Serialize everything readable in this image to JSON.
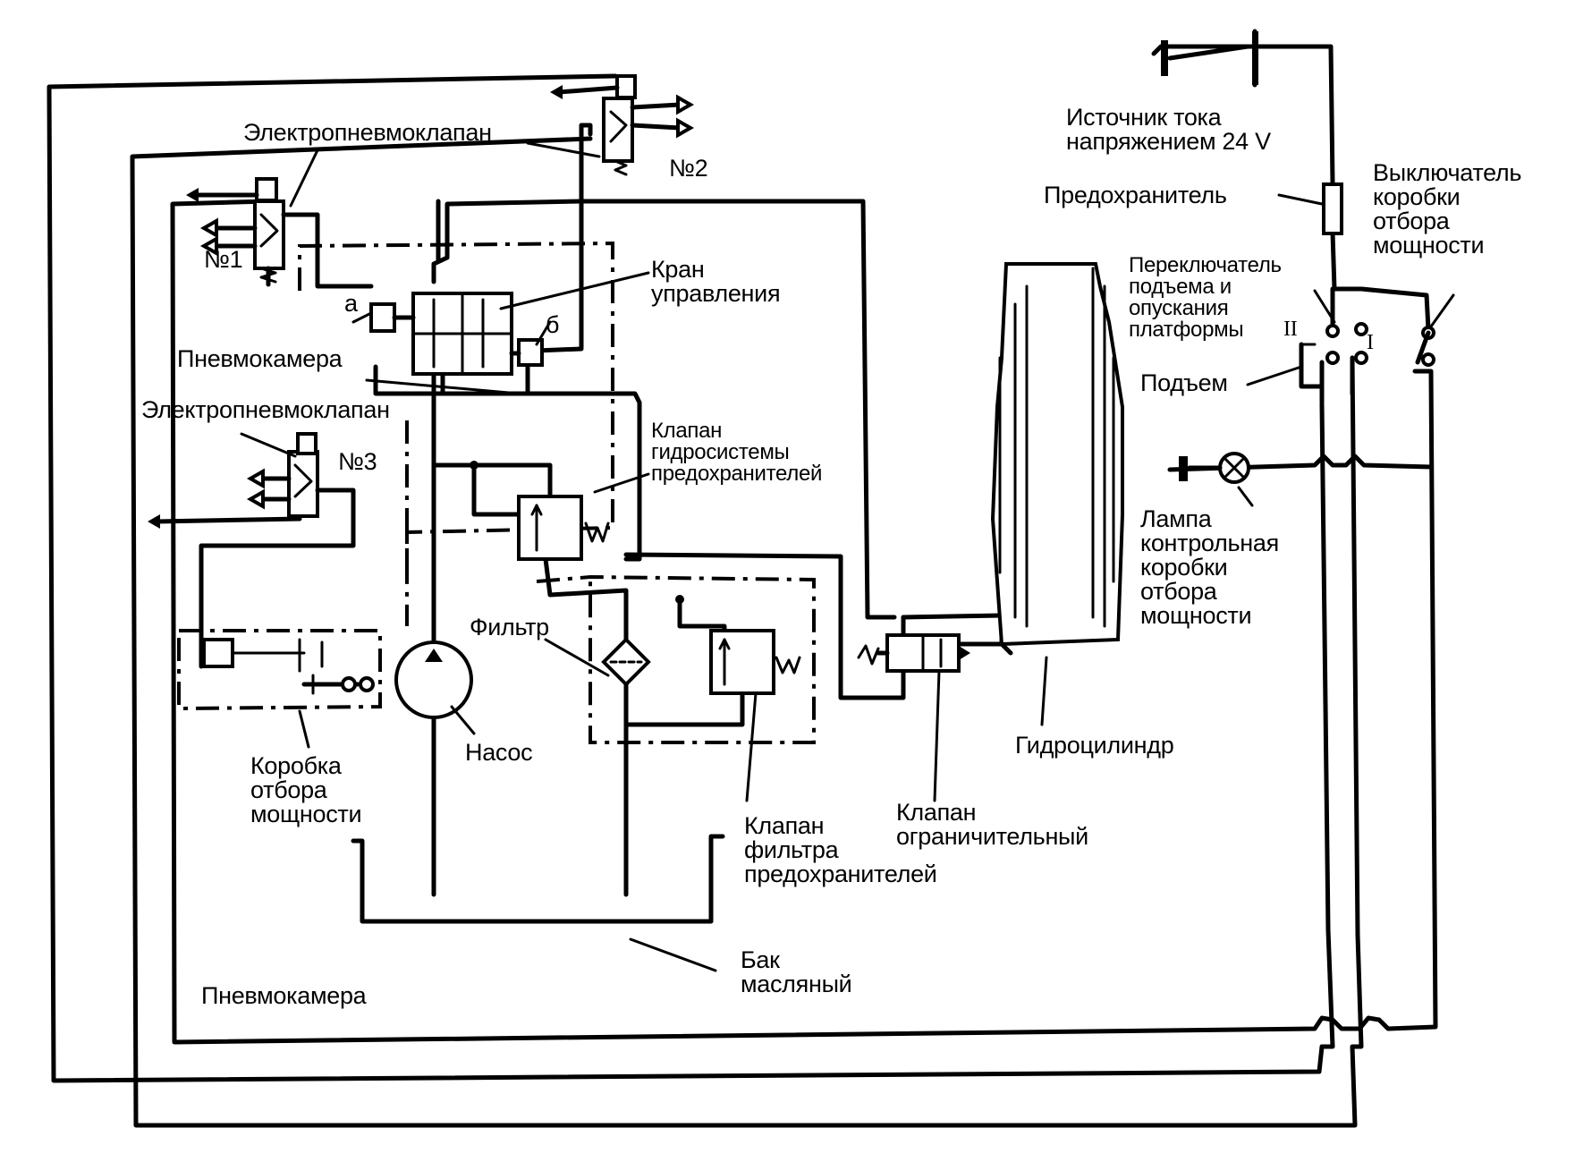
{
  "labels": {
    "valve_ep_1": "Электропневмоклапан",
    "no1": "№1",
    "no2": "№2",
    "no3": "№3",
    "a": "а",
    "b": "б",
    "crane": [
      "Кран",
      "управления"
    ],
    "pneumo_top": "Пневмокамера",
    "valve_ep_3": "Электропневмоклапан",
    "hyd_valve": [
      "Клапан",
      "гидросистемы",
      "предохранителей"
    ],
    "filter": "Фильтр",
    "pto": [
      "Коробка",
      "отбора",
      "мощности"
    ],
    "pump": "Насос",
    "filter_valve": [
      "Клапан",
      "фильтра",
      "предохранителей"
    ],
    "limit_valve": [
      "Клапан",
      "ограничительный"
    ],
    "cylinder": "Гидроцилиндр",
    "tank": [
      "Бак",
      "масляный"
    ],
    "pneumo_bottom": "Пневмокамера",
    "power_source": [
      "Источник тока",
      "напряжением 24 V"
    ],
    "fuse": "Предохранитель",
    "pto_switch": [
      "Выключатель",
      "коробки",
      "отбора",
      "мощности"
    ],
    "lift_switch": [
      "Переключатель",
      "подъема и",
      "опускания",
      "платформы"
    ],
    "roman_2": "II",
    "roman_1": "I",
    "lift": "Подъем",
    "lamp": [
      "Лампа",
      "контрольная",
      "коробки",
      "отбора",
      "мощности"
    ]
  }
}
